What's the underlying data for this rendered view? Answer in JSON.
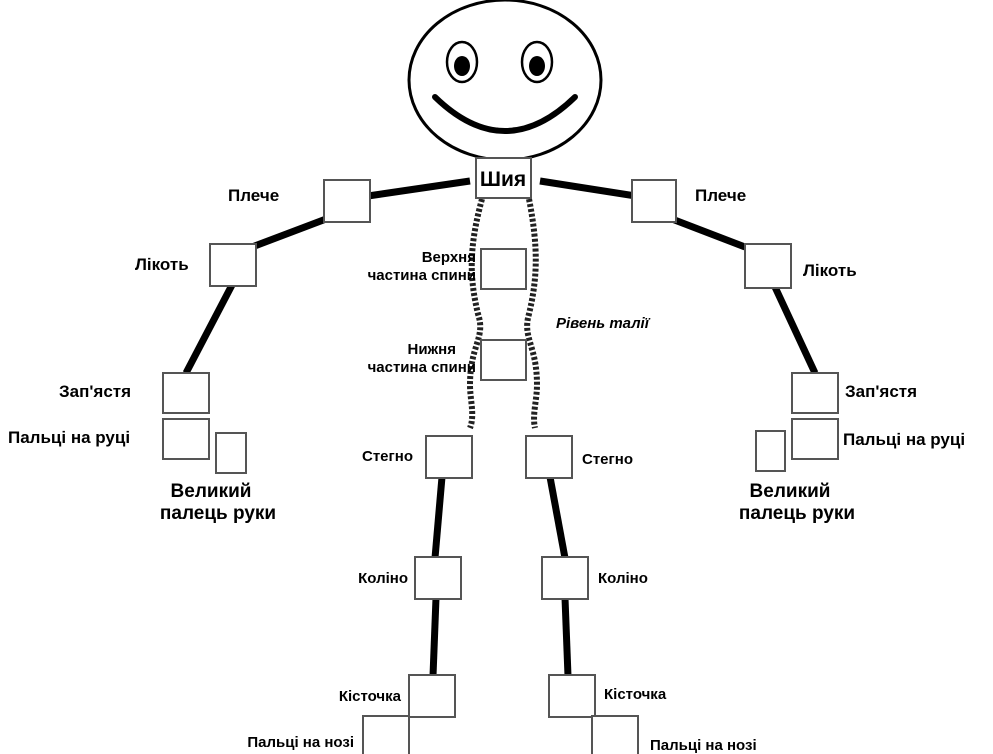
{
  "labels": {
    "neck": "Шия",
    "shoulder_left": "Плече",
    "shoulder_right": "Плече",
    "elbow_left": "Лікоть",
    "elbow_right": "Лікоть",
    "wrist_left": "Зап'ястя",
    "wrist_right": "Зап'ястя",
    "fingers_left": "Пальці на руці",
    "fingers_right": "Пальці на руці",
    "thumb_left": [
      "Великий",
      "палець руки"
    ],
    "thumb_right": [
      "Великий",
      "палець руки"
    ],
    "upper_back": [
      "Верхня",
      "частина спини"
    ],
    "lower_back": [
      "Нижня",
      "частина спини"
    ],
    "waist_level": "Рівень талії",
    "hip_left": "Стегно",
    "hip_right": "Стегно",
    "knee_left": "Коліно",
    "knee_right": "Коліно",
    "ankle_left": "Кісточка",
    "ankle_right": "Кісточка",
    "toes_left": "Пальці на нозі",
    "toes_right": "Пальці на нозі"
  },
  "colors": {
    "line": "#000000",
    "box_border": "#555555",
    "background": "#ffffff"
  }
}
